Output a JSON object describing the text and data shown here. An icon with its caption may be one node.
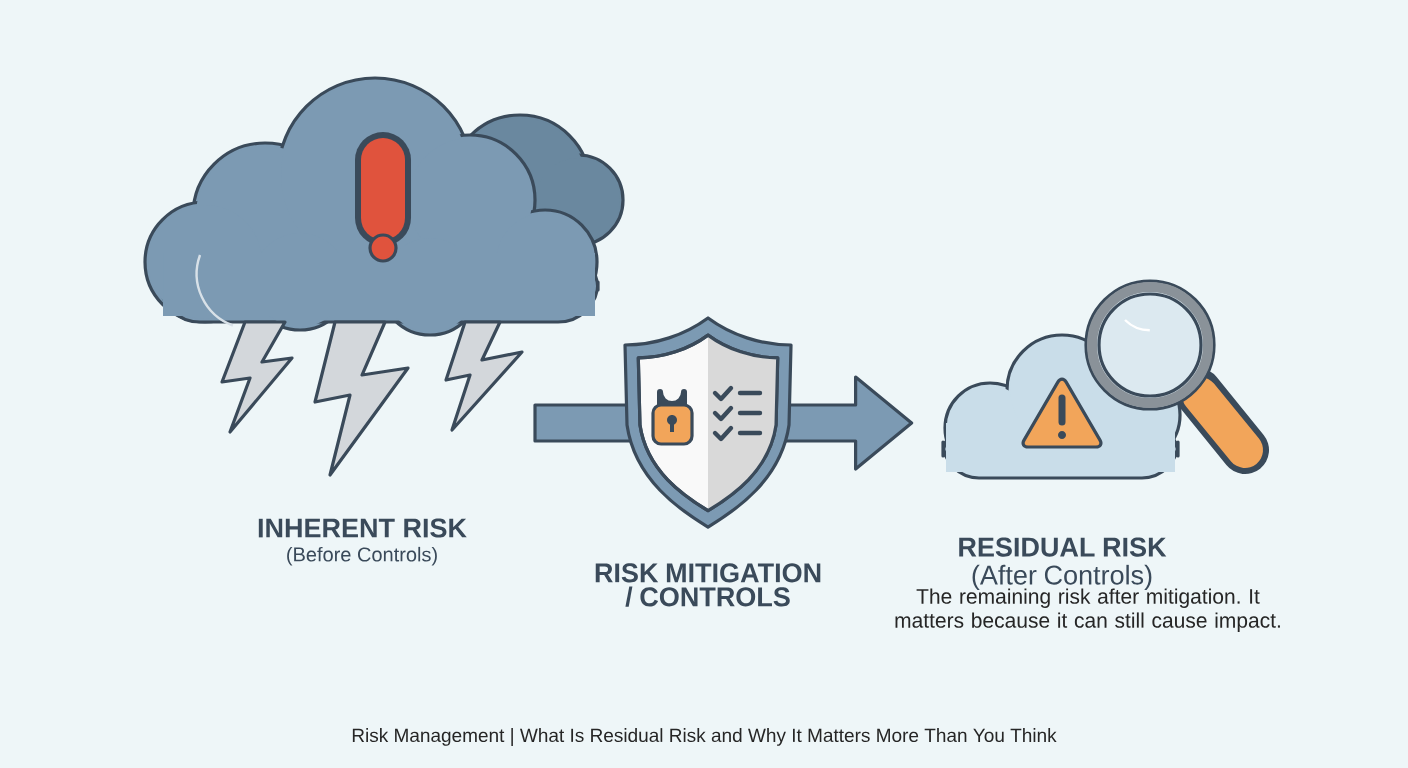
{
  "diagram": {
    "nodes": [
      {
        "text": [
          "INHERENT RISK",
          "(Before Controls)"
        ]
      },
      {
        "text": [
          "RISK MITIGATION / CONTROLS"
        ]
      },
      {
        "text": [
          "RESIDUAL RISK",
          "(After Controls)"
        ],
        "beside": [
          "The remaining risk after mitigation. It matters because it can still cause impact."
        ]
      }
    ],
    "edges": [
      {
        "from": null,
        "to": 2,
        "arrow": "to"
      }
    ],
    "labels": [
      "Risk Management | What Is Residual Risk and Why It Matters More Than You Think"
    ]
  }
}
